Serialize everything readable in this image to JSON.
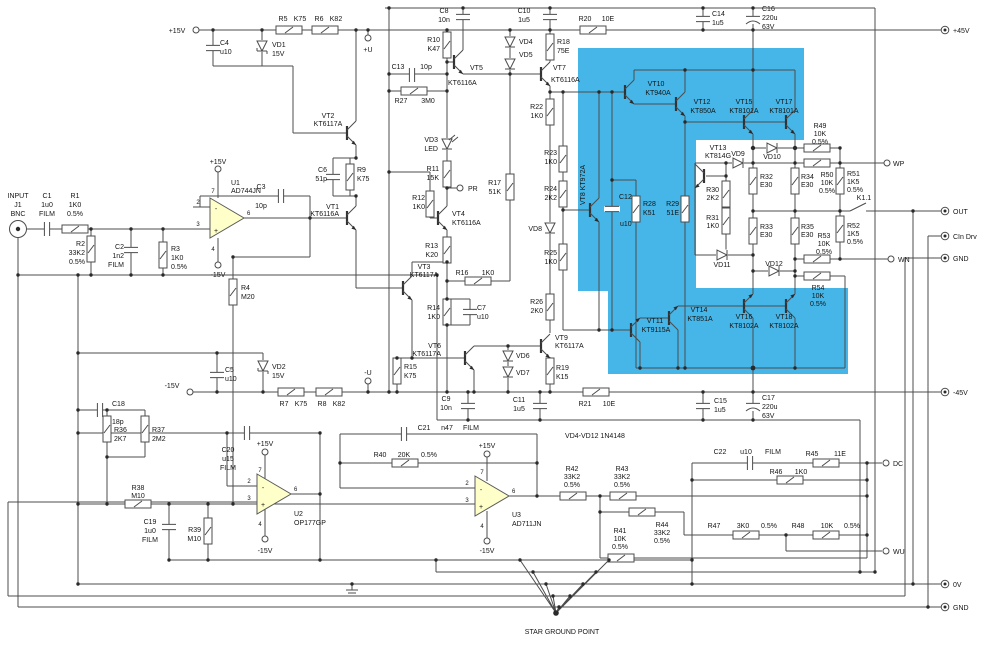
{
  "labels": {
    "R1": [
      "R1",
      "1K0",
      "0.5%"
    ],
    "R2": [
      "R2",
      "33K2",
      "0.5%"
    ],
    "R3": [
      "R3",
      "1K0",
      "0.5%"
    ],
    "R4": [
      "R4",
      "M20"
    ],
    "R5": [
      "R5",
      "K75"
    ],
    "R6": [
      "R6",
      "K82"
    ],
    "R7": [
      "R7",
      "K75"
    ],
    "R8": [
      "R8",
      "K82"
    ],
    "R9": [
      "R9",
      "K75"
    ],
    "R10": [
      "R10",
      "K47"
    ],
    "R11": [
      "R11",
      "15K"
    ],
    "R12": [
      "R12",
      "1K0"
    ],
    "R13": [
      "R13",
      "K20"
    ],
    "R14": [
      "R14",
      "1K0"
    ],
    "R15": [
      "R15",
      "K75"
    ],
    "R16": [
      "R16",
      "1K0"
    ],
    "R17": [
      "R17",
      "51K"
    ],
    "R18": [
      "R18",
      "75E"
    ],
    "R19": [
      "R19",
      "K15"
    ],
    "R20": [
      "R20",
      "10E"
    ],
    "R21": [
      "R21",
      "10E"
    ],
    "R22": [
      "R22",
      "1K0"
    ],
    "R23": [
      "R23",
      "1K0"
    ],
    "R24": [
      "R24",
      "2K2"
    ],
    "R25": [
      "R25",
      "1K0"
    ],
    "R26": [
      "R26",
      "2K0"
    ],
    "R27": [
      "R27",
      "3M0"
    ],
    "R28": [
      "R28",
      "K51"
    ],
    "R29": [
      "R29",
      "51E"
    ],
    "R30": [
      "R30",
      "2K2"
    ],
    "R31": [
      "R31",
      "1K0"
    ],
    "R32": [
      "R32",
      "E30"
    ],
    "R33": [
      "R33",
      "E30"
    ],
    "R34": [
      "R34",
      "E30"
    ],
    "R35": [
      "R35",
      "E30"
    ],
    "R36": [
      "R36",
      "2K7"
    ],
    "R37": [
      "R37",
      "2M2"
    ],
    "R38": [
      "R38",
      "M10"
    ],
    "R39": [
      "R39",
      "M10"
    ],
    "R40": [
      "R40",
      "20K",
      "0.5%"
    ],
    "R41": [
      "R41",
      "10K",
      "0.5%"
    ],
    "R42": [
      "R42",
      "33K2",
      "0.5%"
    ],
    "R43": [
      "R43",
      "33K2",
      "0.5%"
    ],
    "R44": [
      "R44",
      "33K2",
      "0.5%"
    ],
    "R45": [
      "R45",
      "11E"
    ],
    "R46": [
      "R46",
      "1K0"
    ],
    "R47": [
      "R47",
      "3K0",
      "0.5%"
    ],
    "R48": [
      "R48",
      "10K",
      "0.5%"
    ],
    "R49": [
      "R49",
      "10K",
      "0.5%"
    ],
    "R50": [
      "R50",
      "10K",
      "0.5%"
    ],
    "R51": [
      "R51",
      "1K5",
      "0.5%"
    ],
    "R52": [
      "R52",
      "1K5",
      "0.5%"
    ],
    "R53": [
      "R53",
      "10K",
      "0.5%"
    ],
    "R54": [
      "R54",
      "10K",
      "0.5%"
    ],
    "C1": [
      "C1",
      "1u0",
      "FILM"
    ],
    "C2": [
      "C2",
      "1n2",
      "FILM"
    ],
    "C3": [
      "C3",
      "10p"
    ],
    "C4": [
      "C4",
      "u10"
    ],
    "C5": [
      "C5",
      "u10"
    ],
    "C6": [
      "C6",
      "51p"
    ],
    "C7": [
      "C7",
      "u10"
    ],
    "C8": [
      "C8",
      "10n"
    ],
    "C9": [
      "C9",
      "10n"
    ],
    "C10": [
      "C10",
      "1u5"
    ],
    "C11": [
      "C11",
      "1u5"
    ],
    "C12": [
      "C12",
      "u10"
    ],
    "C13": [
      "C13",
      "10p"
    ],
    "C14": [
      "C14",
      "1u5"
    ],
    "C15": [
      "C15",
      "1u5"
    ],
    "C16": [
      "C16",
      "220u",
      "63V"
    ],
    "C17": [
      "C17",
      "220u",
      "63V"
    ],
    "C18": [
      "C18",
      "18p"
    ],
    "C19": [
      "C19",
      "1u0",
      "FILM"
    ],
    "C20": [
      "C20",
      "u15",
      "FILM"
    ],
    "C21": [
      "C21",
      "n47",
      "FILM"
    ],
    "C22": [
      "C22",
      "u10",
      "FILM"
    ],
    "VD1": [
      "VD1",
      "15V"
    ],
    "VD2": [
      "VD2",
      "15V"
    ],
    "VD3": [
      "VD3",
      "LED"
    ],
    "VD4": [
      "VD4"
    ],
    "VD5": [
      "VD5"
    ],
    "VD6": [
      "VD6"
    ],
    "VD7": [
      "VD7"
    ],
    "VD8": [
      "VD8"
    ],
    "VD9": [
      "VD9"
    ],
    "VD10": [
      "VD10"
    ],
    "VD11": [
      "VD11"
    ],
    "VD12": [
      "VD12"
    ],
    "VT1": [
      "VT1",
      "KT6116A"
    ],
    "VT2": [
      "VT2",
      "KT6117A"
    ],
    "VT3": [
      "VT3",
      "KT6117A"
    ],
    "VT4": [
      "VT4",
      "KT6116A"
    ],
    "VT5": [
      "VT5",
      "KT6116A"
    ],
    "VT6": [
      "VT6",
      "KT6117A"
    ],
    "VT7": [
      "VT7",
      "KT6116A"
    ],
    "VT8": [
      "VT8 KT972A"
    ],
    "VT9": [
      "VT9",
      "KT6117A"
    ],
    "VT10": [
      "VT10",
      "KT940A"
    ],
    "VT11": [
      "VT11",
      "KT9115A"
    ],
    "VT12": [
      "VT12",
      "KT850A"
    ],
    "VT13": [
      "VT13",
      "KT814G"
    ],
    "VT14": [
      "VT14",
      "KT851A"
    ],
    "VT15": [
      "VT15",
      "KT8101A"
    ],
    "VT16": [
      "VT16",
      "KT8102A"
    ],
    "VT17": [
      "VT17",
      "KT8101A"
    ],
    "VT18": [
      "VT18",
      "KT8102A"
    ],
    "U1": [
      "U1",
      "AD744JN"
    ],
    "U2": [
      "U2",
      "OP177GP"
    ],
    "U3": [
      "U3",
      "AD711JN"
    ]
  },
  "term": {
    "p15": "+15V",
    "m15": "-15V",
    "p45": "+45V",
    "m45": "-45V",
    "pu": "+U",
    "mu": "-U",
    "wp": "WP",
    "wn": "WN",
    "out": "OUT",
    "cin": "CIn Drv",
    "gnd": "GND",
    "dc": "DC",
    "wu": "WU",
    "zv": "0V",
    "pr": "PR",
    "k": "K1.1",
    "in1": "INPUT",
    "in2": "J1",
    "in3": "BNC",
    "star": "STAR GROUND POINT",
    "note": "VD4-VD12 1N4148"
  },
  "pins": {
    "p2": "2",
    "p3": "3",
    "p6": "6",
    "p7": "7",
    "p4": "4",
    "minus": "-",
    "plus": "+"
  }
}
